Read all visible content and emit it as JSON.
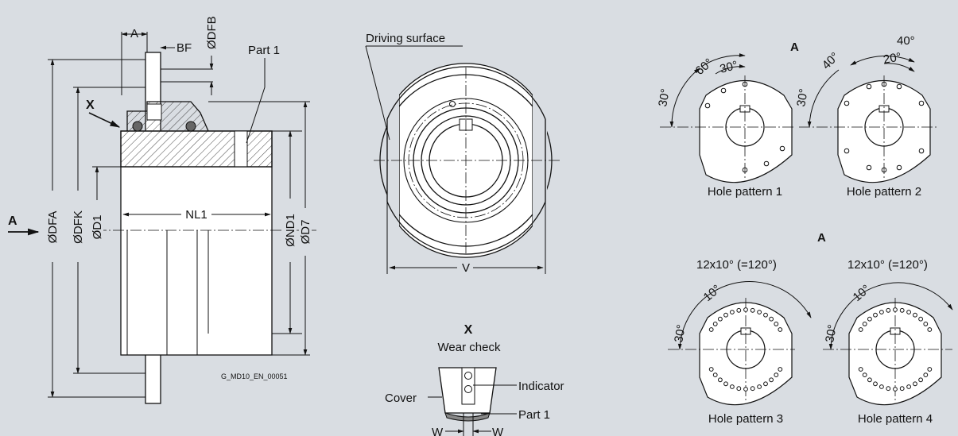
{
  "side_view": {
    "dim_A": "A",
    "dim_BF": "BF",
    "dim_DFB": "ØDFB",
    "part1": "Part 1",
    "view_X": "X",
    "view_A": "A",
    "dim_DFA": "ØDFA",
    "dim_DFK": "ØDFK",
    "dim_D1": "ØD1",
    "dim_NL1": "NL1",
    "dim_ND1": "ØND1",
    "dim_D7": "ØD7",
    "drawing_code": "G_MD10_EN_00051"
  },
  "front_view": {
    "driving_surface": "Driving surface",
    "dim_V": "V"
  },
  "wear_check": {
    "view_label": "X",
    "title": "Wear check",
    "indicator": "Indicator",
    "cover": "Cover",
    "part1": "Part 1",
    "w_left": "W",
    "w_right": "W"
  },
  "hole_patterns": {
    "view_A_top": "A",
    "view_A_bottom": "A",
    "p1": {
      "label": "Hole pattern 1",
      "a1": "60°",
      "a2": "30°",
      "a3": "30°"
    },
    "p2": {
      "label": "Hole pattern 2",
      "a1": "40°",
      "a2": "40°",
      "a3": "20°",
      "a4": "30°"
    },
    "p3": {
      "label": "Hole pattern 3",
      "top": "12x10° (=120°)",
      "a1": "10°",
      "a2": "30°"
    },
    "p4": {
      "label": "Hole pattern 4",
      "top": "12x10° (=120°)",
      "a1": "10°",
      "a2": "30°"
    }
  }
}
